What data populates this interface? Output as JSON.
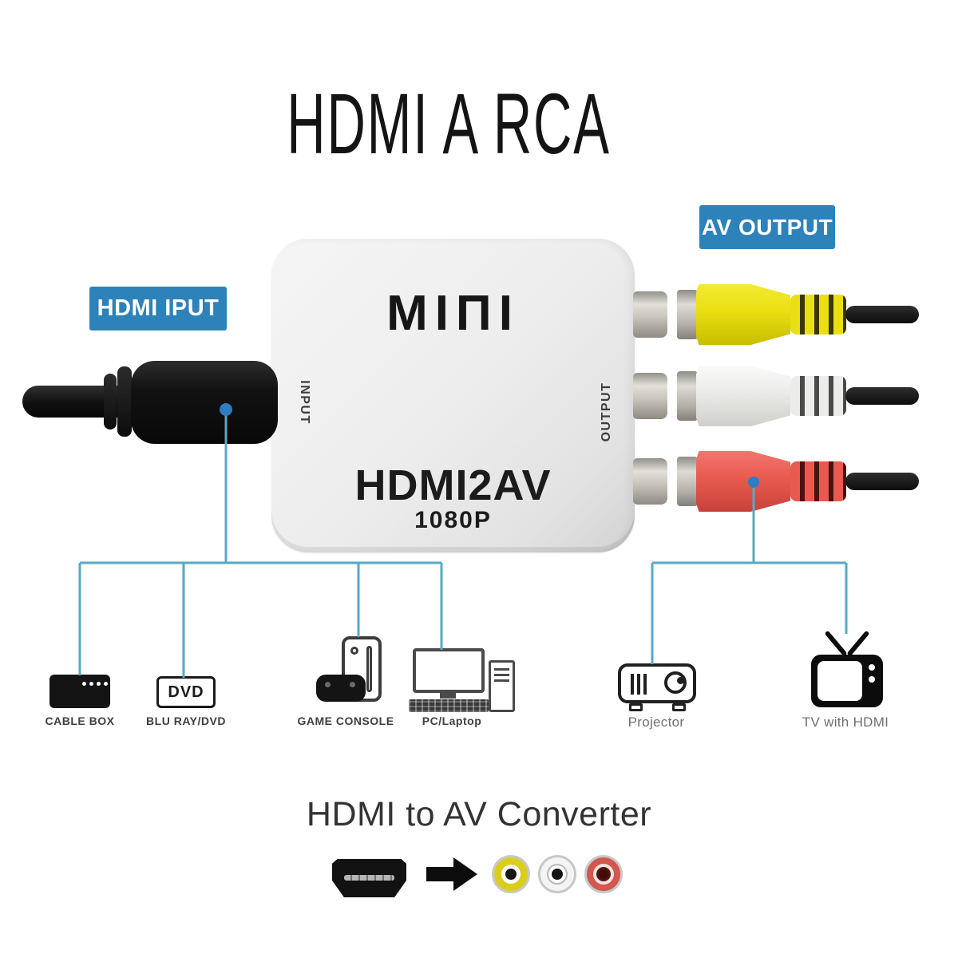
{
  "title": "HDMI A RCA",
  "callouts": {
    "input_label": "HDMI IPUT",
    "output_label": "AV OUTPUT"
  },
  "converter": {
    "brand": "MIΠI",
    "side_input": "INPUT",
    "side_output": "OUTPUT",
    "model": "HDMI2AV",
    "resolution": "1080P"
  },
  "rca_ports": [
    "yellow",
    "white",
    "red"
  ],
  "devices": [
    {
      "id": "cable-box",
      "label": "CABLE BOX"
    },
    {
      "id": "blu-ray-dvd",
      "label": "BLU RAY/DVD",
      "icon_text": "DVD"
    },
    {
      "id": "game-console",
      "label": "GAME CONSOLE"
    },
    {
      "id": "pc-laptop",
      "label": "PC/Laptop"
    },
    {
      "id": "projector",
      "label": "Projector"
    },
    {
      "id": "tv-hdmi",
      "label": "TV with HDMI"
    }
  ],
  "footer": {
    "caption": "HDMI to AV Converter"
  },
  "colors": {
    "accent_blue": "#2d82ba",
    "line_blue": "#57a8c5",
    "dot_blue": "#2f7cc2",
    "rca_yellow": "#d9ce1e",
    "rca_white": "#f4f4f4",
    "rca_red": "#d2574f"
  }
}
